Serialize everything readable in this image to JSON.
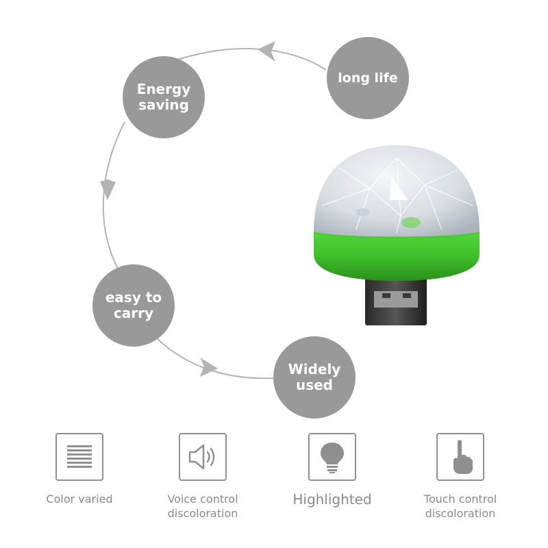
{
  "benefits": {
    "long_life": "long life",
    "energy_saving": "Energy\nsaving",
    "easy_to_carry": "easy to\ncarry",
    "widely_used": "Widely\nused"
  },
  "features": [
    {
      "label": "Color varied",
      "icon": "menu-lines-icon"
    },
    {
      "label": "Voice control\ndiscoloration",
      "icon": "speaker-icon"
    },
    {
      "label": "Highlighted",
      "icon": "light-bulb-icon"
    },
    {
      "label": "Touch control\ndiscoloration",
      "icon": "pointing-hand-icon"
    }
  ],
  "product": {
    "name": "USB disco ball light",
    "accent_color": "#3fbf2a"
  },
  "colors": {
    "bubble": "#999999",
    "arrow": "#b3b3b3",
    "icon_stroke": "#8f8f8f",
    "text": "#8a8a8a"
  }
}
